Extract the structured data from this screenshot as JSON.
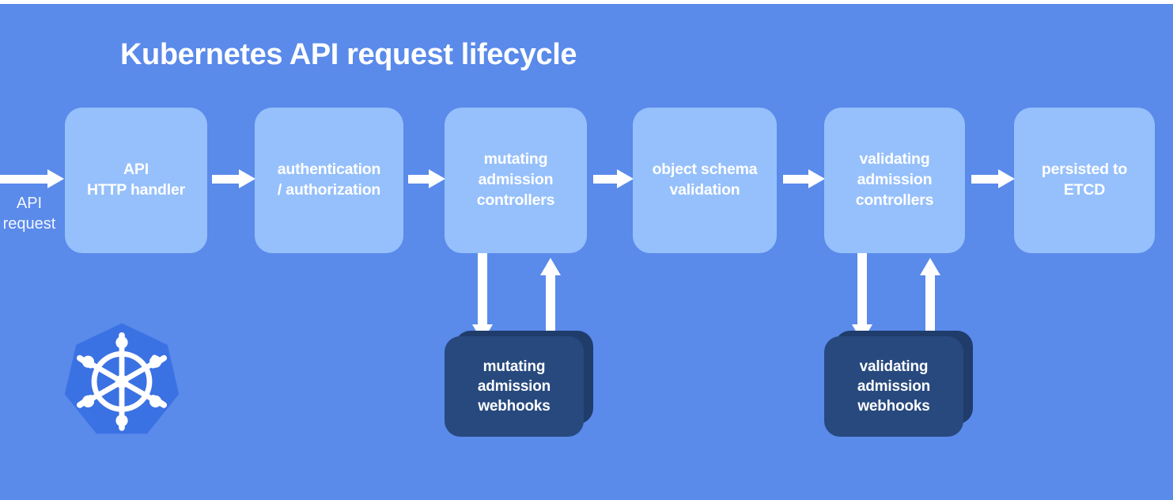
{
  "diagram": {
    "title": "Kubernetes API request lifecycle",
    "background_color": "#5a8aea",
    "stage_color": "#96c0fb",
    "webhook_color": "#27497e",
    "webhook_shadow_color": "#1f3c6b",
    "text_color": "#ffffff",
    "entry_label": "API\nrequest",
    "stages": [
      {
        "id": "api-http-handler",
        "label": "API\nHTTP handler"
      },
      {
        "id": "authentication-authorization",
        "label": "authentication\n/ authorization"
      },
      {
        "id": "mutating-admission-controllers",
        "label": "mutating\nadmission\ncontrollers"
      },
      {
        "id": "object-schema-validation",
        "label": "object schema\nvalidation"
      },
      {
        "id": "validating-admission-controllers",
        "label": "validating\nadmission\ncontrollers"
      },
      {
        "id": "persisted-to-etcd",
        "label": "persisted to\nETCD"
      }
    ],
    "webhooks": [
      {
        "id": "mutating-admission-webhooks",
        "label": "mutating\nadmission\nwebhooks"
      },
      {
        "id": "validating-admission-webhooks",
        "label": "validating\nadmission\nwebhooks"
      }
    ],
    "logo": {
      "name": "kubernetes-logo",
      "alt": "Kubernetes helm wheel logo"
    }
  }
}
